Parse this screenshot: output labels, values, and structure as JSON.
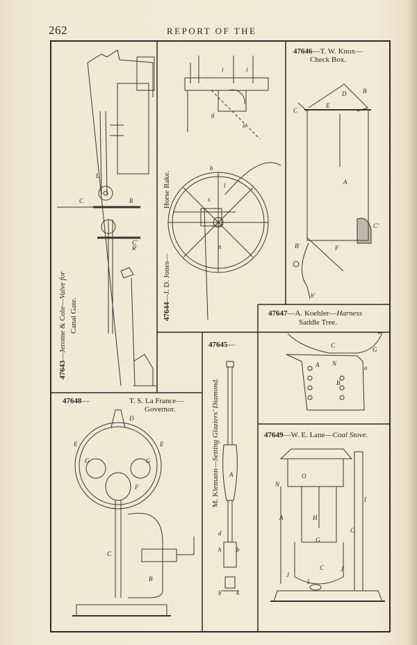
{
  "page_number": "262",
  "running_head": "REPORT OF THE",
  "figures": {
    "f47643": {
      "number": "47643",
      "inventor": "—Jerome & Cole—",
      "title": "Valve for",
      "title2": "Canal Gate."
    },
    "f47644": {
      "number": "47644",
      "inventor": "—J. D. Jones—",
      "title": "Horse Rake."
    },
    "f47646": {
      "number": "47646",
      "inventor": "—T. W. Knox—",
      "title": "Check Box."
    },
    "f47647": {
      "number": "47647",
      "inventor": "—A. Koehler—",
      "title": "Harness",
      "title2": "Saddle Tree."
    },
    "f47648": {
      "number": "47648",
      "dash": "—",
      "inventor": "T. S. La France—",
      "title": "Governor."
    },
    "f47645": {
      "number": "47645",
      "dash": "—",
      "inventor": "M. Klemann—",
      "title": "Setting Glaziers' Diamond."
    },
    "f47649": {
      "number": "47649",
      "inventor": "—W. E. Lane—",
      "title": "Coal Stove."
    }
  },
  "icons": [
    "engraving-valve",
    "engraving-rake",
    "engraving-check-box",
    "engraving-saddle-tree",
    "engraving-governor",
    "engraving-diamond",
    "engraving-stove"
  ]
}
